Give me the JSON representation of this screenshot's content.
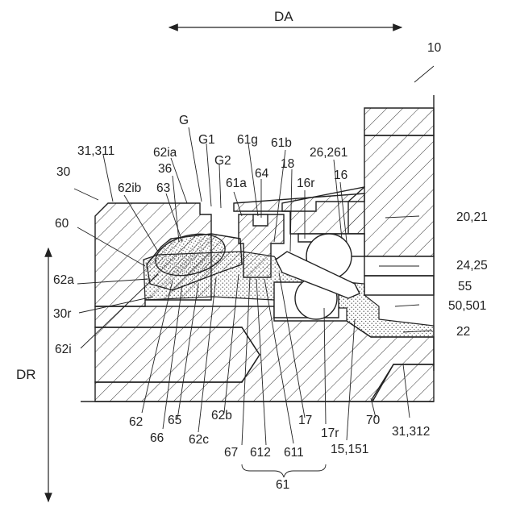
{
  "direction_labels": {
    "axial": "DA",
    "radial": "DR"
  },
  "reference_labels": {
    "assembly": "10",
    "l_20_21": "20,21",
    "l_24_25": "24,25",
    "l_55": "55",
    "l_50_501": "50,501",
    "l_22": "22",
    "l_30": "30",
    "l_31_311": "31,311",
    "l_36": "36",
    "l_62ib": "62ib",
    "l_62ia": "62ia",
    "l_63": "63",
    "l_G": "G",
    "l_G1": "G1",
    "l_G2": "G2",
    "l_61a": "61a",
    "l_61g": "61g",
    "l_64": "64",
    "l_61b": "61b",
    "l_18": "18",
    "l_26_261": "26,261",
    "l_16r": "16r",
    "l_16": "16",
    "l_60": "60",
    "l_62a": "62a",
    "l_30r": "30r",
    "l_62i": "62i",
    "l_62": "62",
    "l_66": "66",
    "l_65": "65",
    "l_62c": "62c",
    "l_62b": "62b",
    "l_67": "67",
    "l_612": "612",
    "l_611": "611",
    "l_17": "17",
    "l_17r": "17r",
    "l_15_151": "15,151",
    "l_70": "70",
    "l_31_312": "31,312",
    "l_61": "61"
  }
}
